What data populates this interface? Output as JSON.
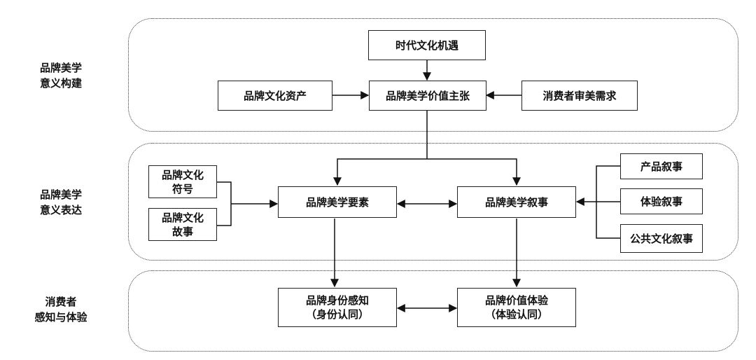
{
  "layers": [
    {
      "label_lines": [
        "品牌美学",
        "意义构建"
      ]
    },
    {
      "label_lines": [
        "品牌美学",
        "意义表达"
      ]
    },
    {
      "label_lines": [
        "消费者",
        "感知与体验"
      ]
    }
  ],
  "nodes": {
    "era_culture": {
      "lines": [
        "时代文化机遇"
      ]
    },
    "brand_culture_asset": {
      "lines": [
        "品牌文化资产"
      ]
    },
    "aesthetic_value": {
      "lines": [
        "品牌美学价值主张"
      ]
    },
    "consumer_demand": {
      "lines": [
        "消费者审美需求"
      ]
    },
    "culture_symbol": {
      "lines": [
        "品牌文化",
        "符号"
      ]
    },
    "culture_story": {
      "lines": [
        "品牌文化",
        "故事"
      ]
    },
    "aesthetic_elements": {
      "lines": [
        "品牌美学要素"
      ]
    },
    "aesthetic_narrative": {
      "lines": [
        "品牌美学叙事"
      ]
    },
    "product_narrative": {
      "lines": [
        "产品叙事"
      ]
    },
    "experience_narrative": {
      "lines": [
        "体验叙事"
      ]
    },
    "public_culture_narrative": {
      "lines": [
        "公共文化叙事"
      ]
    },
    "identity_perception": {
      "lines": [
        "品牌身份感知",
        "（身份认同）"
      ]
    },
    "value_experience": {
      "lines": [
        "品牌价值体验",
        "（体验认同）"
      ]
    }
  }
}
